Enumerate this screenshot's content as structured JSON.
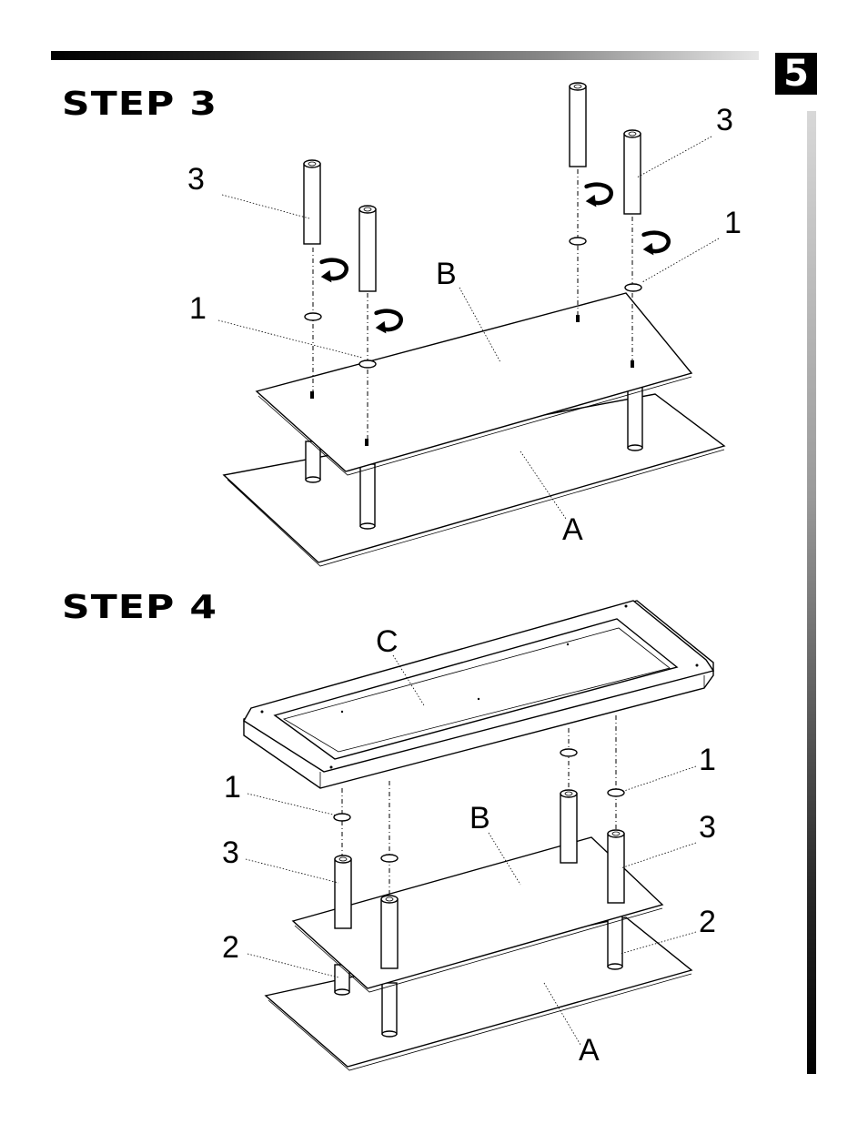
{
  "page_number": "5",
  "step3": {
    "title": "STEP 3",
    "labels": {
      "screw_left": "1",
      "screw_right": "1",
      "pole_left": "3",
      "pole_right": "3",
      "shelf_b": "B",
      "base_a": "A"
    }
  },
  "step4": {
    "title": "STEP 4",
    "labels": {
      "top_c": "C",
      "shelf_b": "B",
      "base_a": "A",
      "screw_left": "1",
      "screw_right": "1",
      "pole_left": "3",
      "pole_right": "3",
      "foot_left": "2",
      "foot_right": "2"
    }
  },
  "icons": [
    "rotate-arrow-icon"
  ]
}
